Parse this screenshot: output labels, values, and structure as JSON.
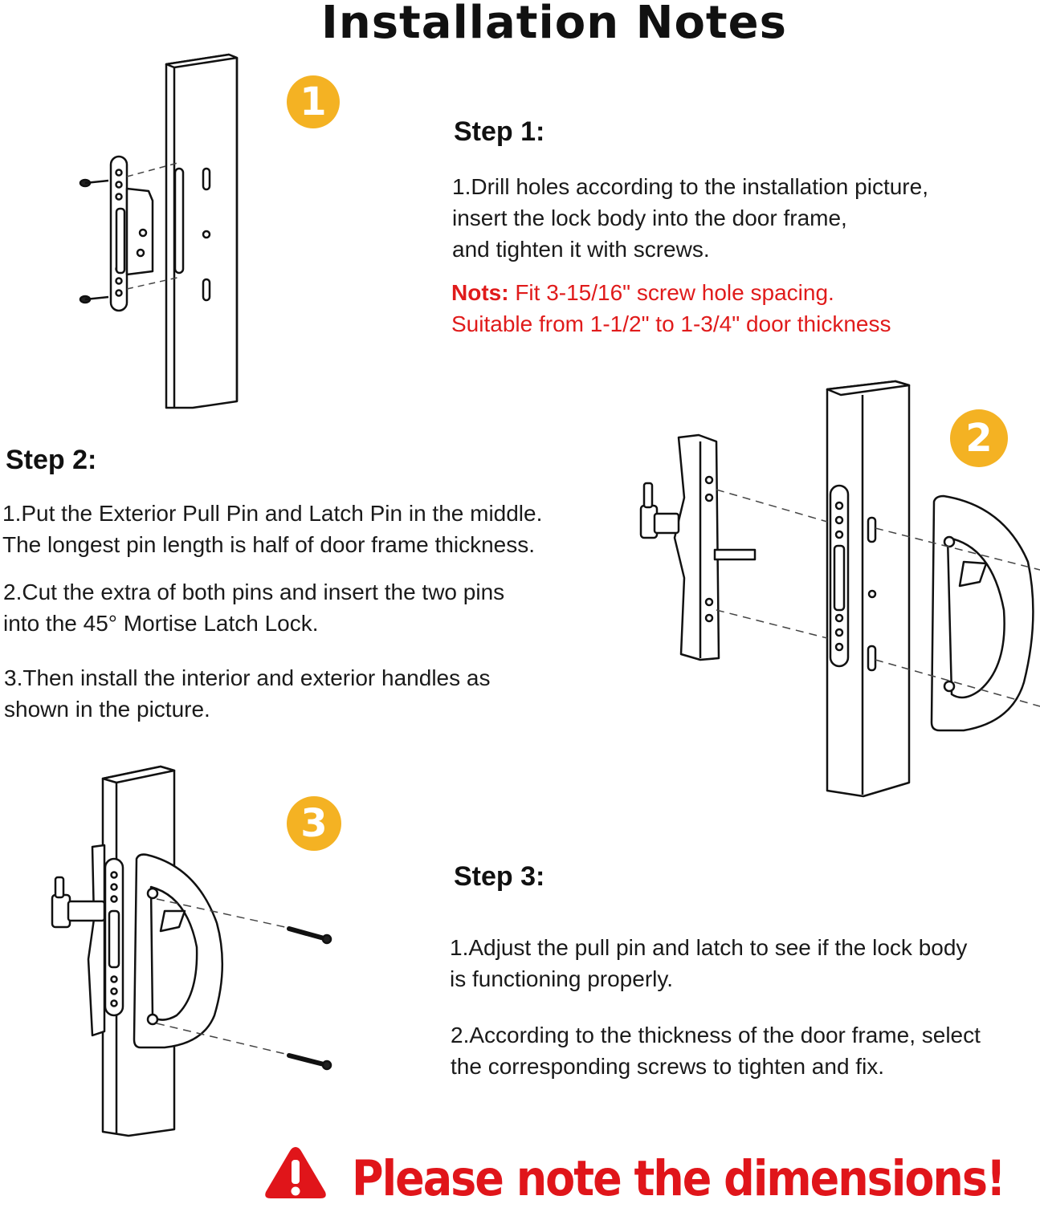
{
  "title": "Installation Notes",
  "steps": [
    {
      "badge": "1",
      "heading": "Step 1:",
      "lines": [
        "1.Drill holes according to the installation picture,",
        "insert the lock body into the door frame,",
        "and tighten it with screws."
      ],
      "note_label": "Nots:",
      "note_line1": " Fit 3-15/16\" screw hole spacing.",
      "note_line2": "Suitable from 1-1/2\" to 1-3/4\" door thickness"
    },
    {
      "badge": "2",
      "heading": "Step 2:",
      "paragraphs": [
        [
          "1.Put the Exterior Pull Pin and Latch Pin in the middle.",
          "The longest pin length is half of door frame thickness."
        ],
        [
          "2.Cut the extra of both pins and insert the two pins",
          "into the 45° Mortise Latch Lock."
        ],
        [
          "3.Then install the interior and exterior handles as",
          "shown in the picture."
        ]
      ]
    },
    {
      "badge": "3",
      "heading": "Step 3:",
      "paragraphs": [
        [
          "1.Adjust the pull pin and latch to see if the lock body",
          "is functioning properly."
        ],
        [
          "2.According to the thickness of the door frame, select",
          "the corresponding screws to tighten and fix."
        ]
      ]
    }
  ],
  "warning": {
    "icon": "warning-triangle-icon",
    "text": "Please note the dimensions!",
    "color": "#e0151a"
  },
  "colors": {
    "badge": "#f4b223",
    "note": "#e01b1b",
    "text": "#111111"
  }
}
